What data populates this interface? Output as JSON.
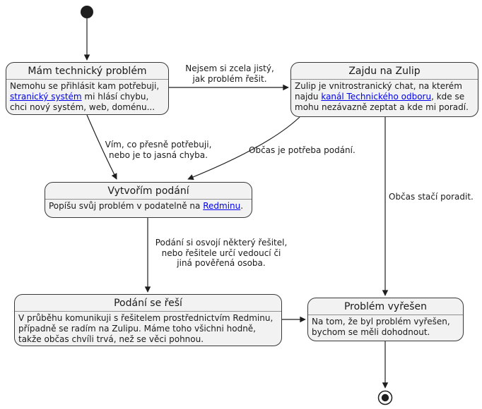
{
  "diagram": {
    "kind": "state-activity-diagram",
    "states": {
      "problem": {
        "title": "Mám technický problém",
        "body": {
          "line1": "Nemohu se přihlásit kam potřebuji,",
          "link": "stranický systém",
          "line2_rest": " mi hlásí chybu,",
          "line3": "chci nový systém, web, doménu..."
        }
      },
      "zulip": {
        "title": "Zajdu na Zulip",
        "body": {
          "line1": "Zulip je vnitrostranický chat, na kterém",
          "line2_pre": "najdu ",
          "link": "kanál Technického odboru",
          "line2_post": ", kde se",
          "line3": "mohu nezávazně zeptat a kde mi poradí."
        }
      },
      "podani": {
        "title": "Vytvořím podání",
        "body": {
          "line1_pre": "Popíšu svůj problém v podatelně na ",
          "link": "Redminu",
          "line1_post": "."
        }
      },
      "reseni": {
        "title": "Podání se řeší",
        "body": {
          "line1": "V průběhu komunikuji s řešitelem prostřednictvím Redminu,",
          "line2": "případně se radím na Zulipu. Máme toho všichni hodně,",
          "line3": "takže občas chvíli trvá, než se věci pohnou."
        }
      },
      "vyresen": {
        "title": "Problém vyřešen",
        "body": {
          "line1": "Na tom, že byl problém vyřešen,",
          "line2": "bychom se měli dohodnout."
        }
      }
    },
    "edge_labels": {
      "nejsem": {
        "lines": [
          "Nejsem si zcela jistý,",
          "jak problém řešit."
        ]
      },
      "vim": {
        "lines": [
          "Vím, co přesně potřebuji,",
          "nebo je to jasná chyba."
        ]
      },
      "obcas_podani": {
        "lines": [
          "Občas je potřeba podání."
        ]
      },
      "osvoji": {
        "lines": [
          "Podání si osvojí některý řešitel,",
          "nebo řešitele určí vedoucí či",
          "jiná pověřená osoba."
        ]
      },
      "obcas_poradit": {
        "lines": [
          "Občas stačí poradit."
        ]
      }
    },
    "colors": {
      "state_fill": "#f2f2f2",
      "state_border": "#383838",
      "arrow": "#1e1e1e",
      "link": "#0000ee",
      "text": "#1a1a1a"
    }
  }
}
